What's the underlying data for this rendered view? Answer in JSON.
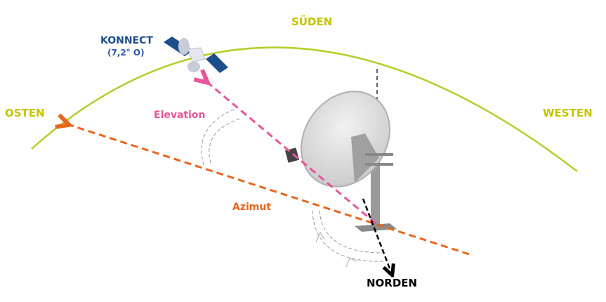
{
  "labels": {
    "south": "SÜDEN",
    "east": "OSTEN",
    "west": "WESTEN",
    "north": "NORDEN",
    "satellite_name": "KONNECT",
    "satellite_position": "(7,2° O)",
    "elevation": "Elevation",
    "azimuth": "Azimut"
  },
  "colors": {
    "arc": "#b8cc2c",
    "direction_text": "#c5c400",
    "satellite_text": "#1d4e8c",
    "elevation": "#e8559a",
    "azimuth": "#e8661c",
    "north": "#000000"
  }
}
